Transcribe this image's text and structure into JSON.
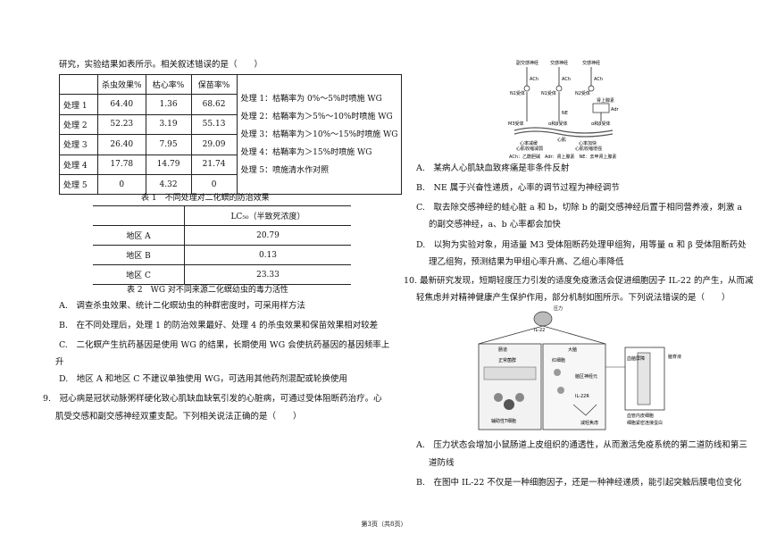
{
  "intro": "研究，实验结果如表所示。相关叙述错误的是（　　）",
  "table1": {
    "headers": [
      "",
      "杀虫效果%",
      "枯心率%",
      "保苗率%"
    ],
    "rows": [
      {
        "label": "处理 1",
        "values": [
          "64.40",
          "1.36",
          "68.62"
        ]
      },
      {
        "label": "处理 2",
        "values": [
          "52.23",
          "3.19",
          "55.13"
        ]
      },
      {
        "label": "处理 3",
        "values": [
          "26.40",
          "7.95",
          "29.09"
        ]
      },
      {
        "label": "处理 4",
        "values": [
          "17.78",
          "14.79",
          "21.74"
        ]
      },
      {
        "label": "处理 5",
        "values": [
          "0",
          "4.32",
          "0"
        ]
      }
    ],
    "notes": [
      "处理 1：枯鞘率为 0%～5%时喷施 WG",
      "处理 2：枯鞘率为＞5%～10%时喷施 WG",
      "处理 3：枯鞘率为＞10%～15%时喷施 WG",
      "处理 4：枯鞘率为＞15%时喷施 WG",
      "处理 5：喷施清水作对照"
    ],
    "caption": "表 1　不同处理对二化螟的防治效果"
  },
  "table2": {
    "header": "LC₅₀（半致死浓度）",
    "rows": [
      {
        "label": "地区 A",
        "value": "20.79"
      },
      {
        "label": "地区 B",
        "value": "0.13"
      },
      {
        "label": "地区 C",
        "value": "23.33"
      }
    ],
    "caption": "表 2　WG 对不同来源二化螟幼虫的毒力活性"
  },
  "q8_options": {
    "a": "A.　调查杀虫效果、统计二化螟幼虫的种群密度时，可采用样方法",
    "b": "B.　在不同处理后，处理 1 的防治效果最好、处理 4 的杀虫效果和保苗效果相对较差",
    "c1": "C.　二化螟产生抗药基因是使用 WG 的结果，长期使用 WG 会使抗药基因的基因频率上",
    "c2": "升",
    "d": "D.　地区 A 和地区 C 不建议单独使用 WG，可选用其他药剂混配或轮换使用"
  },
  "q9": {
    "stem1": "9.　冠心病是冠状动脉粥样硬化致心肌缺血缺氧引发的心脏病，可通过受体阻断药治疗。心",
    "stem2": "肌受交感和副交感神经双重支配。下列相关说法正确的是（　　）",
    "a": "A.　某病人心肌缺血致疼痛是非条件反射",
    "b": "B.　NE 属于兴奋性递质，心率的调节过程为神经调节",
    "c1": "C.　取去除交感神经的蛙心脏 a 和 b，切除 b 的副交感神经后置于相同营养液，刺激 a",
    "c2": "的副交感神经，a、b 心率都会加快",
    "d1": "D.　以狗为实验对象，用适量 M3 受体阻断药处理甲组狗，用等量 α 和 β 受体阻断药处",
    "d2": "理乙组狗，预测结果为甲组心率升高、乙组心率降低"
  },
  "diagram1": {
    "top_labels": [
      "副交感神经",
      "交感神经",
      "交感神经"
    ],
    "labels": [
      "N1受体",
      "N1受体",
      "N2受体",
      "ACh",
      "ACh",
      "ACh",
      "肾上腺素",
      "Adr",
      "NE",
      "M3受体",
      "α和β受体",
      "α和β受体",
      "心肌",
      "心率减缓",
      "心肌收缩减弱",
      "心率加快",
      "心肌收缩增强"
    ],
    "legend": "ACh：乙酰胆碱　Adr：肾上腺素　NE：去甲肾上腺素"
  },
  "q10": {
    "stem1": "10. 最新研究发现，短期轻度压力引发的适度免疫激活会促进细胞因子 IL-22 的产生，从而减",
    "stem2": "轻焦虑并对精神健康产生保护作用，部分机制如图所示。下列说法错误的是（　　）",
    "a1": "A.　压力状态会增加小鼠肠道上皮组织的通透性，从而激活免疫系统的第二道防线和第三",
    "a2": "道防线",
    "b": "B.　在图中 IL-22 不仅是一种细胞因子，还是一种神经递质，能引起突触后膜电位变化"
  },
  "diagram2": {
    "labels": [
      "压力",
      "IL-22",
      "肠道",
      "正常菌群",
      "辅助性T细胞",
      "大脑",
      "红细胞",
      "脑区神经元",
      "IL-22R",
      "减轻焦虑",
      "脑脊液",
      "血脑屏障",
      "血管内皮细胞",
      "细胞紧密连接蛋白"
    ]
  },
  "footer": "第3页（共8页）"
}
